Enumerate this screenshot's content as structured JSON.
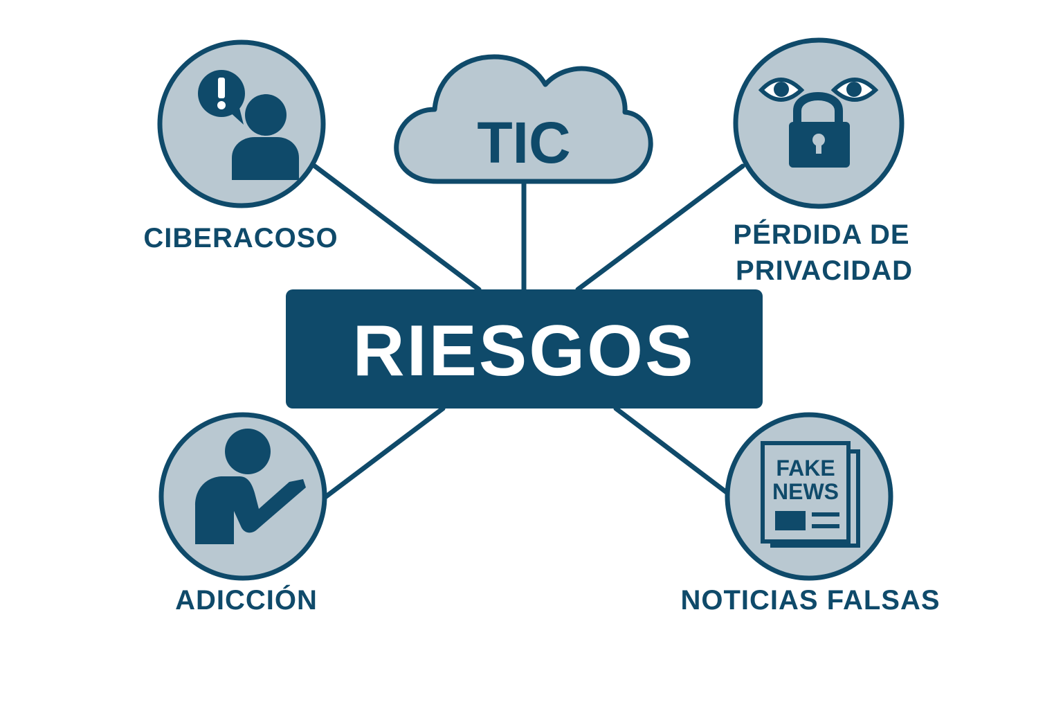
{
  "colors": {
    "primary": "#0f4a6a",
    "fill": "#b9c8d1",
    "background": "#ffffff",
    "center_text": "#ffffff"
  },
  "diagram": {
    "center": {
      "label": "RIESGOS"
    },
    "top": {
      "label": "TIC",
      "icon": "cloud-icon"
    },
    "nodes": [
      {
        "id": "ciberacoso",
        "label": "CIBERACOSO",
        "icon": "person-alert-icon"
      },
      {
        "id": "privacidad",
        "label_lines": [
          "PÉRDIDA DE",
          "PRIVACIDAD"
        ],
        "icon": "eyes-padlock-icon"
      },
      {
        "id": "adiccion",
        "label": "ADICCIÓN",
        "icon": "person-phone-icon"
      },
      {
        "id": "noticias",
        "label": "NOTICIAS FALSAS",
        "icon": "fake-news-newspaper-icon",
        "icon_text": [
          "FAKE",
          "NEWS"
        ]
      }
    ]
  }
}
